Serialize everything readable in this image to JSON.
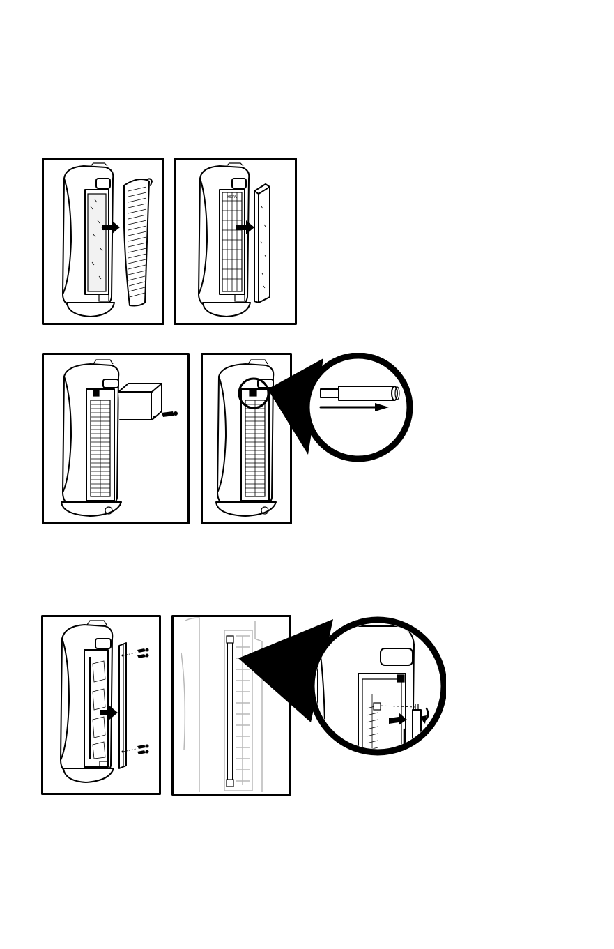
{
  "figure_marks": {
    "filter_panel_label": "HEPA"
  },
  "colors": {
    "ink": "#000000",
    "paper": "#ffffff",
    "ghost_line": "#b9b9b9",
    "light_fill": "#f2f2f2"
  },
  "steps": [
    {
      "id": "step-remove-grill",
      "icons": [
        "purifier-tower-icon",
        "front-grill-icon",
        "arrow-right-icon"
      ]
    },
    {
      "id": "step-remove-filter",
      "icons": [
        "purifier-tower-icon",
        "hepa-filter-icon",
        "arrow-right-icon"
      ]
    },
    {
      "id": "step-remove-uv-cover",
      "icons": [
        "purifier-tower-icon",
        "uv-bracket-icon",
        "screw-icon"
      ]
    },
    {
      "id": "step-uv-bulb-detail",
      "icons": [
        "purifier-tower-icon",
        "magnifier-callout-icon",
        "uv-bulb-icon",
        "arrow-right-icon"
      ]
    },
    {
      "id": "step-remove-side-panel",
      "icons": [
        "purifier-tower-icon",
        "side-panel-icon",
        "screw-icon",
        "arrow-right-icon"
      ]
    },
    {
      "id": "step-uv-bulb-install",
      "icons": [
        "purifier-tower-icon",
        "magnifier-callout-icon",
        "uv-bulb-icon",
        "rotate-arrow-icon"
      ]
    }
  ]
}
